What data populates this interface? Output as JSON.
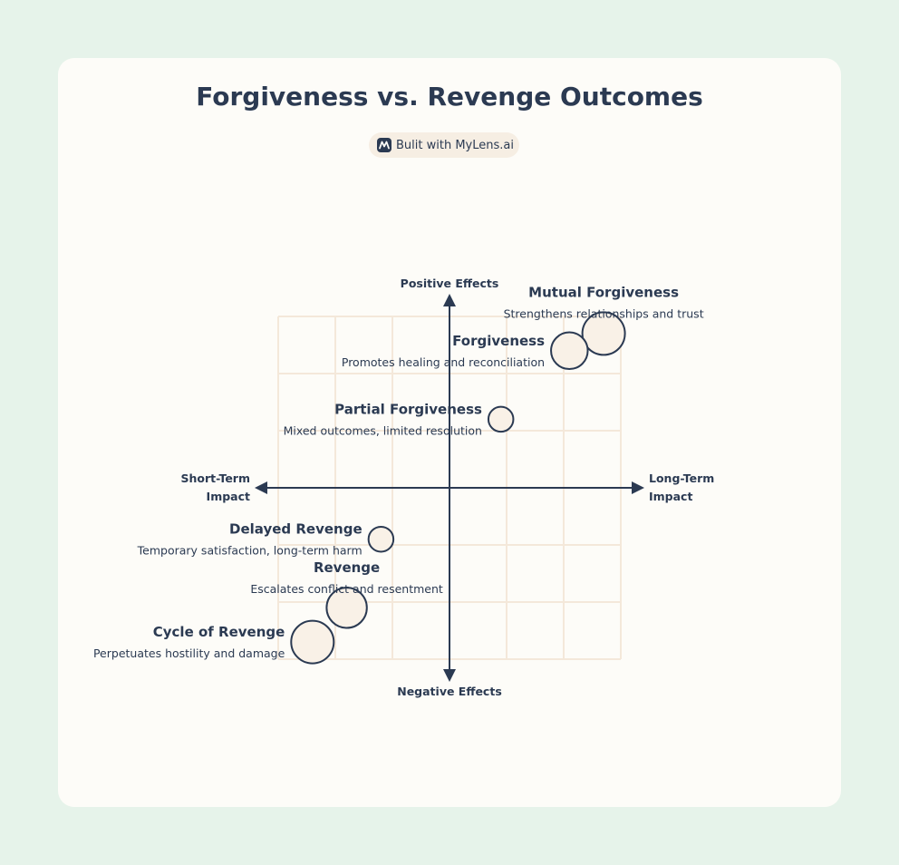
{
  "title": "Forgiveness vs. Revenge Outcomes",
  "badge": {
    "label": "Bulit with MyLens.ai",
    "icon": "mylens-logo-icon"
  },
  "colors": {
    "background": "#e6f3ea",
    "card": "#fdfcf8",
    "ink": "#2b3a52",
    "grid": "#f4e8da",
    "bubble_fill": "#f9f1e7"
  },
  "chart_data": {
    "type": "scatter",
    "title": "Forgiveness vs. Revenge Outcomes",
    "axis_labels": {
      "top": "Positive Effects",
      "bottom": "Negative Effects",
      "left": [
        "Short-Term",
        "Impact"
      ],
      "right": [
        "Long-Term",
        "Impact"
      ]
    },
    "xlim": [
      -3,
      3
    ],
    "ylim": [
      -3,
      3
    ],
    "grid": true,
    "points": [
      {
        "label": "Mutual Forgiveness",
        "description": "Strengthens relationships and trust",
        "x": 2.7,
        "y": 2.7,
        "size": 3,
        "label_side": "top"
      },
      {
        "label": "Forgiveness",
        "description": "Promotes healing and reconciliation",
        "x": 2.1,
        "y": 2.4,
        "size": 2.5,
        "label_side": "left"
      },
      {
        "label": "Partial Forgiveness",
        "description": "Mixed outcomes, limited resolution",
        "x": 0.9,
        "y": 1.2,
        "size": 1.5,
        "label_side": "left"
      },
      {
        "label": "Delayed Revenge",
        "description": "Temporary satisfaction, long-term harm",
        "x": -1.2,
        "y": -0.9,
        "size": 1.5,
        "label_side": "left"
      },
      {
        "label": "Revenge",
        "description": "Escalates conflict and resentment",
        "x": -1.8,
        "y": -2.1,
        "size": 2.8,
        "label_side": "top"
      },
      {
        "label": "Cycle of Revenge",
        "description": "Perpetuates hostility and damage",
        "x": -2.4,
        "y": -2.7,
        "size": 3,
        "label_side": "left"
      }
    ]
  }
}
